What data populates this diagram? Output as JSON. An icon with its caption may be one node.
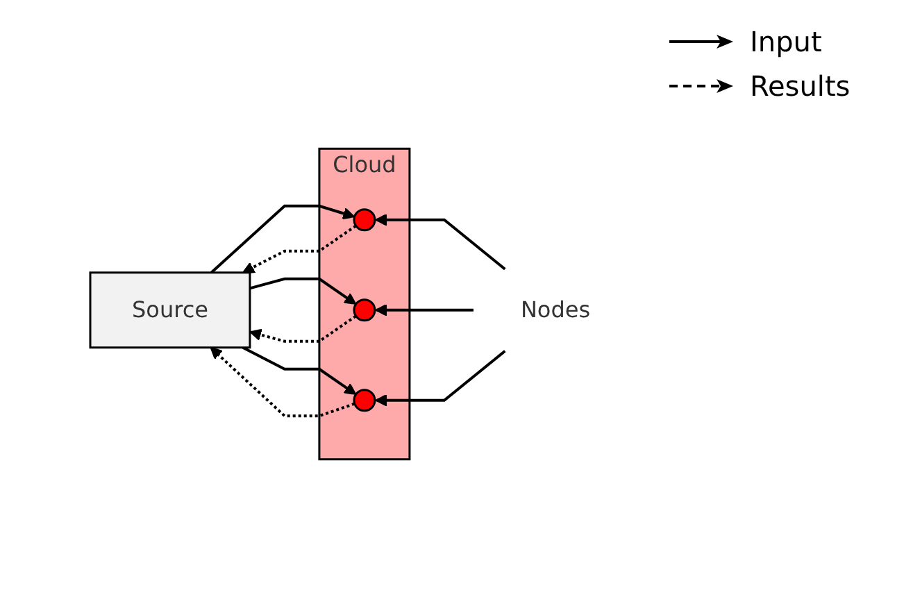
{
  "diagram": {
    "nodes": [
      {
        "text": [
          "Source"
        ]
      },
      {
        "text": [
          "Cloud"
        ]
      },
      {
        "text": [],
        "shape": "circle",
        "in": 1
      },
      {
        "text": [],
        "shape": "circle",
        "in": 1
      },
      {
        "text": [],
        "shape": "circle",
        "in": 1
      },
      {
        "text": [
          "Nodes"
        ]
      }
    ],
    "edges": [
      {
        "from": 0,
        "to": 2,
        "arrow": "to"
      },
      {
        "from": 2,
        "to": 0,
        "arrow": "to",
        "style": "dashed"
      },
      {
        "from": 0,
        "to": 3,
        "arrow": "to"
      },
      {
        "from": 3,
        "to": 0,
        "arrow": "to",
        "style": "dashed"
      },
      {
        "from": 0,
        "to": 4,
        "arrow": "to"
      },
      {
        "from": 4,
        "to": 0,
        "arrow": "to",
        "style": "dashed"
      },
      {
        "from": 5,
        "to": 2,
        "arrow": "to"
      },
      {
        "from": 5,
        "to": 3,
        "arrow": "to"
      },
      {
        "from": 5,
        "to": 4,
        "arrow": "to"
      }
    ],
    "legend": [
      {
        "text": "Input"
      },
      {
        "text": "Results"
      }
    ]
  }
}
